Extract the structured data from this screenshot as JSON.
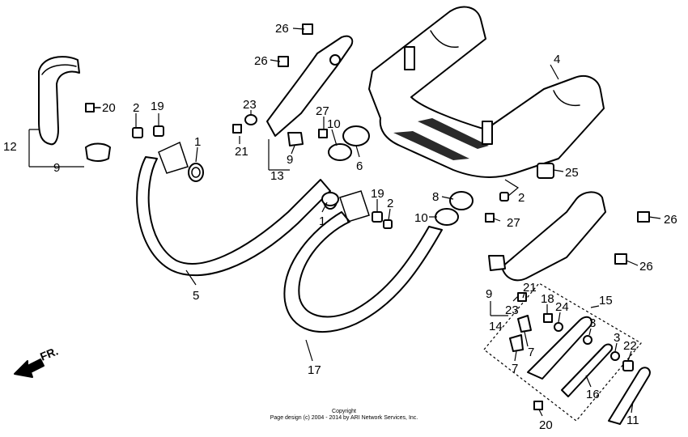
{
  "callouts": {
    "c1": "26",
    "c2": "26",
    "c3": "4",
    "c4": "23",
    "c5": "20",
    "c6": "2",
    "c7": "19",
    "c8": "27",
    "c9": "10",
    "c10": "12",
    "c11": "9",
    "c12": "21",
    "c13": "9",
    "c14": "13",
    "c15": "6",
    "c16": "1",
    "c17": "25",
    "c18": "5",
    "c19": "19",
    "c20": "2",
    "c21": "8",
    "c22": "2",
    "c23": "1",
    "c24": "10",
    "c25": "27",
    "c26": "26",
    "c27": "26",
    "c28": "9",
    "c29": "21",
    "c30": "23",
    "c31": "18",
    "c32": "24",
    "c33": "15",
    "c34": "14",
    "c35": "3",
    "c36": "3",
    "c37": "22",
    "c38": "7",
    "c39": "7",
    "c40": "17",
    "c41": "16",
    "c42": "11",
    "c43": "20"
  },
  "direction": {
    "label": "FR."
  },
  "copyright": {
    "line1": "Copyright",
    "line2": "Page design (c) 2004 - 2014 by ARI Network Services, Inc."
  },
  "colors": {
    "line": "#000000",
    "background": "#ffffff"
  }
}
